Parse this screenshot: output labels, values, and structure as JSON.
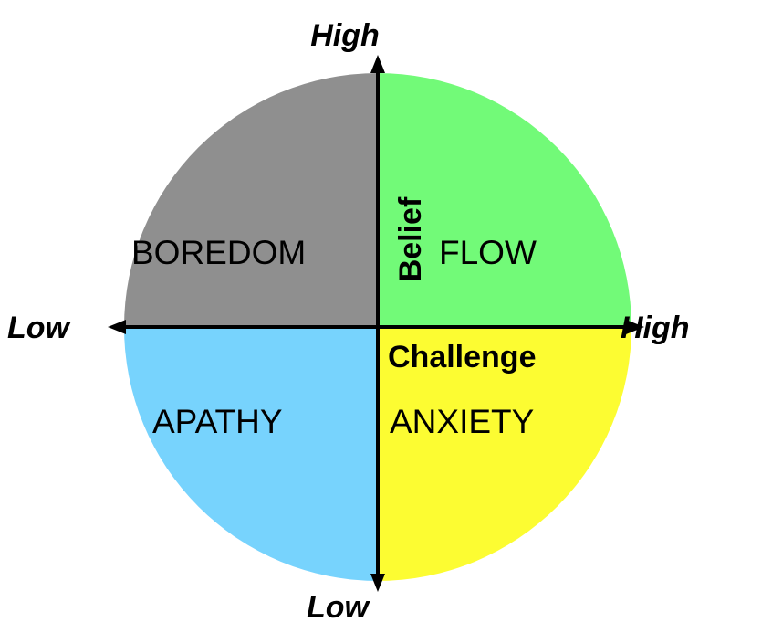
{
  "quadrants": {
    "top_left": {
      "label": "BOREDOM",
      "color": "#8f8f8f"
    },
    "top_right": {
      "label": "FLOW",
      "color": "#72fa78"
    },
    "bottom_left": {
      "label": "APATHY",
      "color": "#77d3fd"
    },
    "bottom_right": {
      "label": "ANXIETY",
      "color": "#fcfc32"
    }
  },
  "vertical_axis": {
    "name": "Belief",
    "high_label": "High",
    "low_label": "Low"
  },
  "horizontal_axis": {
    "name": "Challenge",
    "high_label": "High",
    "low_label": "Low"
  }
}
